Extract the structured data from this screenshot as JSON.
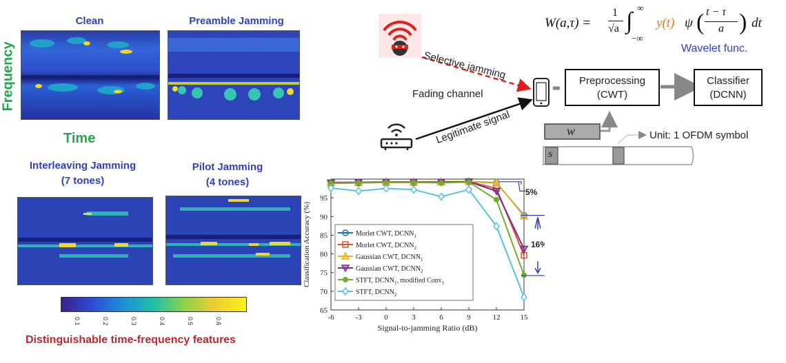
{
  "panels": {
    "clean": "Clean",
    "preamble": "Preamble Jamming",
    "interleaving_line1": "Interleaving Jamming",
    "interleaving_line2": "(7 tones)",
    "pilot_line1": "Pilot Jamming",
    "pilot_line2": "(4 tones)"
  },
  "axes_labels": {
    "frequency": "Frequency",
    "time": "Time"
  },
  "colorbar": {
    "ticks": [
      "0.1",
      "0.2",
      "0.3",
      "0.4",
      "0.5",
      "0.6"
    ]
  },
  "caption": "Distinguishable time-frequency features",
  "diagram": {
    "selective_jamming": "Selective jamming",
    "fading_channel": "Fading channel",
    "legitimate_signal": "Legitimate signal",
    "preprocessing_line1": "Preprocessing",
    "preprocessing_line2": "(CWT)",
    "classifier_line1": "Classifier",
    "classifier_line2": "(DCNN)",
    "w_symbol": "w",
    "s_symbol": "s",
    "unit": "Unit: 1 OFDM symbol",
    "wavelet_func": "Wavelet func."
  },
  "formula": {
    "lhs": "W(a,τ) = ",
    "num": "1",
    "den": "√a",
    "upper": "∞",
    "lower": "−∞",
    "y_term": "y(t)",
    "psi": "ψ",
    "frac_num": "t − τ",
    "frac_den": "a",
    "dt": "dt"
  },
  "chart_data": {
    "type": "line",
    "xlabel": "Signal-to-jamming Ratio (dB)",
    "ylabel": "Classification Accuracy (%)",
    "x": [
      -6,
      -3,
      0,
      3,
      6,
      9,
      12,
      15
    ],
    "xticks": [
      "-6",
      "-3",
      "0",
      "3",
      "6",
      "9",
      "12",
      "15"
    ],
    "yticks": [
      "65",
      "70",
      "75",
      "80",
      "85",
      "90",
      "95"
    ],
    "xlim": [
      -6,
      15
    ],
    "ylim": [
      65,
      100
    ],
    "legend_position": "left",
    "series": [
      {
        "name": "Morlet CWT, DCNN",
        "sub": "1",
        "color": "#1f6fb5",
        "marker": "circle",
        "values": [
          99.0,
          99.1,
          99.2,
          99.2,
          99.3,
          99.3,
          99.0,
          90.3
        ]
      },
      {
        "name": "Morlet CWT, DCNN",
        "sub": "2",
        "color": "#d9532a",
        "marker": "square",
        "values": [
          98.9,
          99.0,
          99.1,
          99.1,
          99.2,
          99.3,
          97.5,
          79.6
        ]
      },
      {
        "name": "Gaussian CWT, DCNN",
        "sub": "1",
        "color": "#e8b321",
        "marker": "triangle-up",
        "values": [
          99.2,
          99.2,
          99.3,
          99.3,
          99.3,
          99.4,
          99.1,
          90.1
        ]
      },
      {
        "name": "Gaussian CWT, DCNN",
        "sub": "2",
        "color": "#7a2d8f",
        "marker": "triangle-down",
        "values": [
          99.0,
          99.1,
          99.2,
          99.2,
          99.2,
          99.3,
          96.8,
          81.3
        ]
      },
      {
        "name": "STFT, DCNN",
        "sub": "1",
        "suffix": ", modified Conv",
        "suffix_sub": "1",
        "color": "#72ac30",
        "marker": "circle-filled",
        "values": [
          98.9,
          99.0,
          99.1,
          99.1,
          99.0,
          99.2,
          94.5,
          74.3
        ]
      },
      {
        "name": "STFT, DCNN",
        "sub": "2",
        "color": "#56c0e8",
        "marker": "diamond",
        "values": [
          97.6,
          96.8,
          97.5,
          97.2,
          95.3,
          97.2,
          87.4,
          68.4
        ]
      }
    ],
    "annotations": [
      "5%",
      "16%"
    ]
  }
}
